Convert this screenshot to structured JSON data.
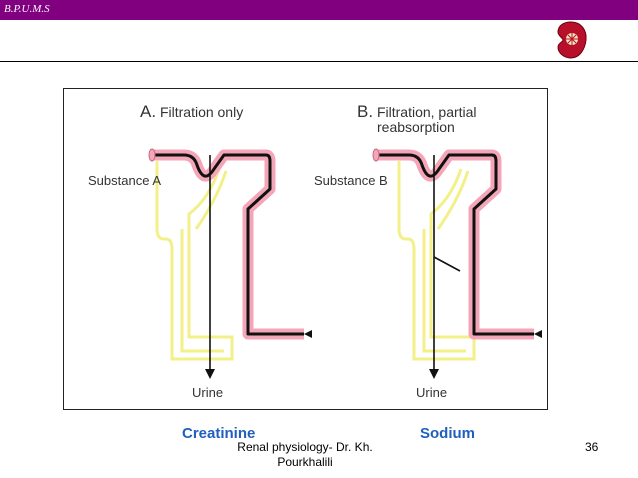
{
  "header": {
    "brand": "B.P.U.M.S"
  },
  "diagram": {
    "panel_a": {
      "letter": "A.",
      "title": "Filtration only",
      "substance_label": "Substance A",
      "output_label": "Urine"
    },
    "panel_b": {
      "letter": "B.",
      "title_line1": "Filtration, partial",
      "title_line2": "reabsorption",
      "substance_label": "Substance B",
      "output_label": "Urine"
    }
  },
  "captions": {
    "left": "Creatinine",
    "right": "Sodium"
  },
  "footer": {
    "text": "Renal physiology- Dr. Kh. Pourkhalili",
    "page_number": "36"
  },
  "colors": {
    "topbar": "#800080",
    "caption": "#1f5fbf",
    "vessel_pink": "#f4a6b8",
    "tubule_yellow": "#f3f08a"
  }
}
